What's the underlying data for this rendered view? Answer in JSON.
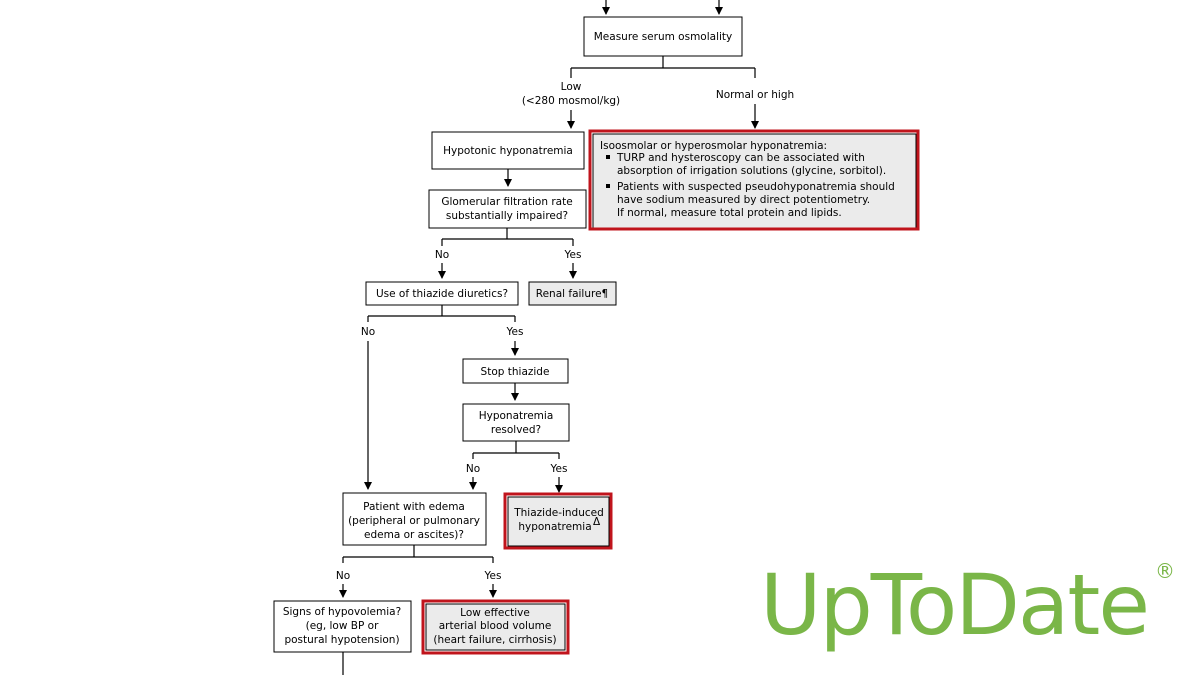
{
  "flowchart": {
    "measure_serum_osmolality": "Measure serum osmolality",
    "low_label_line1": "Low",
    "low_label_line2": "(<280 mosmol/kg)",
    "normal_or_high_label": "Normal or high",
    "hypotonic_hyponatremia": "Hypotonic hyponatremia",
    "isoosmolar_title": "Isoosmolar or hyperosmolar hyponatremia:",
    "isoosmolar_bullet1_line1": "TURP and hysteroscopy can be associated with",
    "isoosmolar_bullet1_line2": "absorption of irrigation solutions (glycine, sorbitol).",
    "isoosmolar_bullet2_line1": "Patients with suspected pseudohyponatremia should",
    "isoosmolar_bullet2_line2": "have sodium measured by direct potentiometry.",
    "isoosmolar_bullet2_line3": "If normal, measure total protein and lipids.",
    "gfr_line1": "Glomerular filtration rate",
    "gfr_line2": "substantially impaired?",
    "no": "No",
    "yes": "Yes",
    "thiazide_question": "Use of thiazide diuretics?",
    "renal_failure": "Renal failure¶",
    "stop_thiazide": "Stop thiazide",
    "resolved_line1": "Hyponatremia",
    "resolved_line2": "resolved?",
    "thiazide_induced_line1": "Thiazide-induced",
    "thiazide_induced_line2": "hyponatremia",
    "delta": "Δ",
    "edema_line1": "Patient with edema",
    "edema_line2": "(peripheral or pulmonary",
    "edema_line3": "edema or ascites)?",
    "hypovolemia_line1": "Signs of hypovolemia?",
    "hypovolemia_line2": "(eg, low BP or",
    "hypovolemia_line3": "postural hypotension)",
    "low_eabv_line1": "Low effective",
    "low_eabv_line2": "arterial blood volume",
    "low_eabv_line3": "(heart failure, cirrhosis)"
  },
  "logo": {
    "text": "UpToDate",
    "registered": "®"
  },
  "colors": {
    "highlight": "#c0141c",
    "logo_green": "#7ab648",
    "box_gray": "#ebebeb"
  }
}
